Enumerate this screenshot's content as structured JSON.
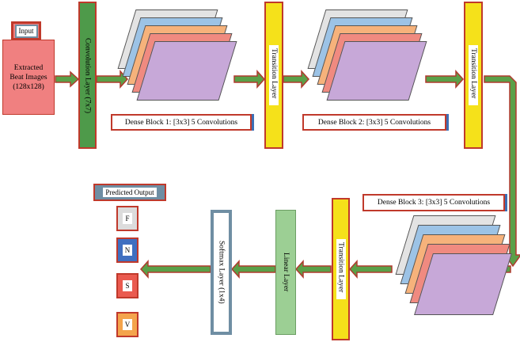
{
  "input": {
    "tag": "Input",
    "label_lines": [
      "Extracted",
      "Beat Images",
      "(128x128)"
    ]
  },
  "conv_layer": "Convolution Layer (7x7)",
  "dense_blocks": [
    "Dense Block 1: [3x3] 5 Convolutions",
    "Dense Block 2: [3x3] 5 Convolutions",
    "Dense Block 3: [3x3] 5 Convolutions"
  ],
  "transition_layer": "Transition Layer",
  "linear_layer": "Linear Layer",
  "softmax_layer": "Softmax Layer (1x4)",
  "output": {
    "title": "Predicted Output",
    "classes": [
      "F",
      "N",
      "S",
      "V"
    ]
  },
  "colors": {
    "input_fill": "#f08080",
    "conv_fill": "#4e9a4a",
    "transition_fill": "#f5e11a",
    "linear_fill": "#9ccf94",
    "softmax_fill": "#6f8ea3",
    "arrow_fill": "#5aa048",
    "arrow_stroke": "#b03a2e",
    "plate_colors": [
      "#e3e3e3",
      "#9cc3e6",
      "#f6b27b",
      "#f08a80",
      "#c7a8d8"
    ],
    "class_colors": [
      "#dcdcdc",
      "#3f6fc0",
      "#ea5a4f",
      "#f4a44c"
    ]
  }
}
